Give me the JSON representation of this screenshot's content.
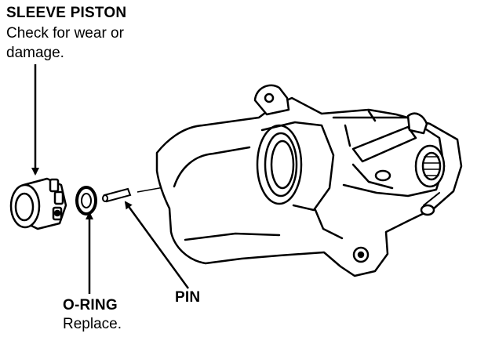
{
  "labels": {
    "sleeve_piston": {
      "title": "SLEEVE PISTON",
      "line1": "Check for wear or",
      "line2": "damage."
    },
    "o_ring": {
      "title": "O-RING",
      "note": "Replace."
    },
    "pin": {
      "title": "PIN"
    }
  }
}
